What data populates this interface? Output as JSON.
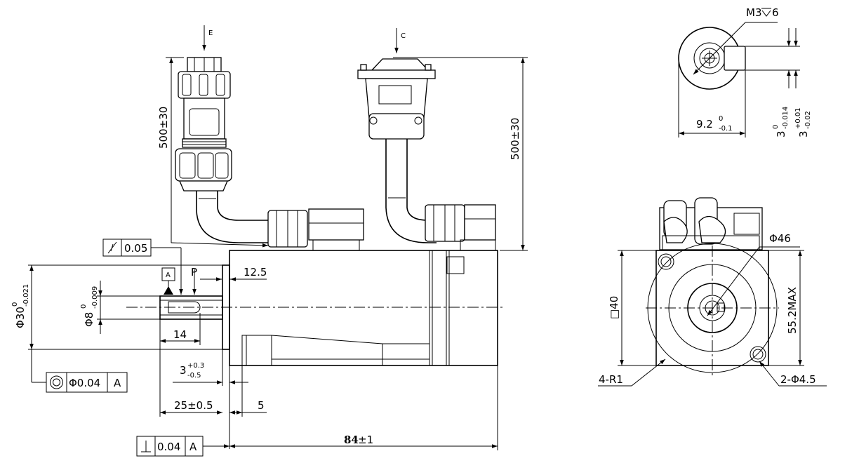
{
  "labels": {
    "view_e": "E",
    "view_c": "C",
    "cable_left": "500±30",
    "cable_right": "500±30",
    "runout": "0.05",
    "datum_a": "A",
    "p": "P",
    "d12_5": "12.5",
    "shaft_d": "Φ8",
    "shaft_d_tol_up": "0",
    "shaft_d_tol_lo": "-0.009",
    "spigot_d": "Φ30",
    "spigot_d_tol_up": "0",
    "spigot_d_tol_lo": "-0.021",
    "key_len": "14",
    "d3": "3",
    "d3_tol_up": "+0.3",
    "d3_tol_lo": "-0.5",
    "conc_val": "Φ0.04",
    "conc_ref": "A",
    "d25": "25±0.5",
    "d5": "5",
    "perp_val": "0.04",
    "perp_ref": "A",
    "len_main": "84",
    "len_tol": "±1",
    "thread": "M3",
    "thread_depth": "6",
    "key_w": "9.2",
    "key_w_tol_up": "0",
    "key_w_tol_lo": "-0.1",
    "key_h1": "3",
    "key_h1_tol_up": "0",
    "key_h1_tol_lo": "-0.014",
    "key_h2": "3",
    "key_h2_tol_up": "+0.01",
    "key_h2_tol_lo": "-0.02",
    "d46": "Φ46",
    "sq40": "□40",
    "max552": "55.2MAX",
    "r1": "4-R1",
    "hole": "2-Φ4.5"
  }
}
